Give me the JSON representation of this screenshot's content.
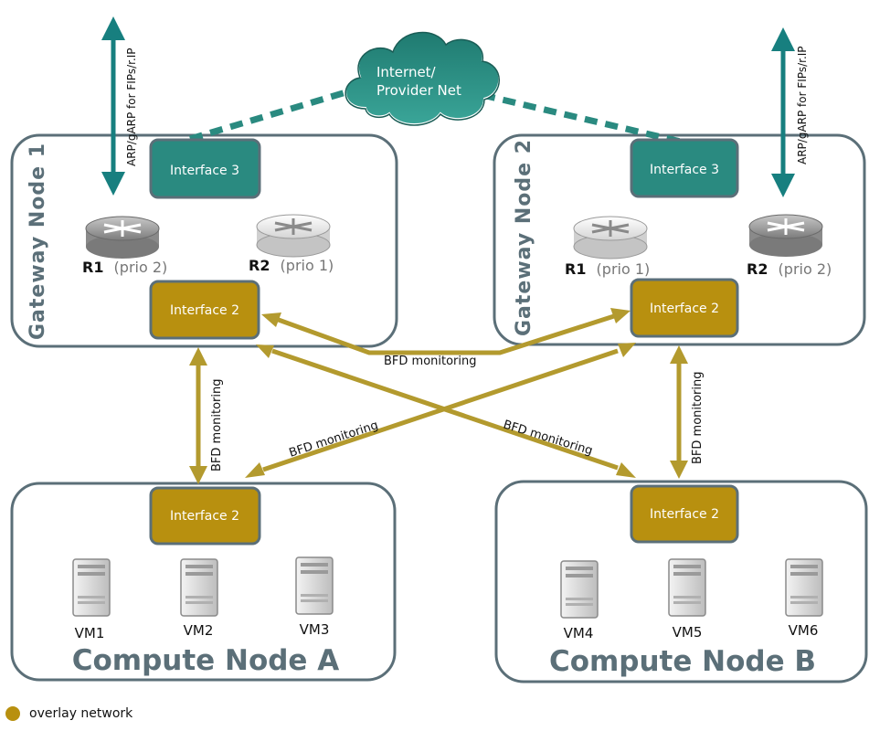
{
  "cloud": {
    "line1": "Internet/",
    "line2": "Provider Net"
  },
  "arp_label": "ARP/gARP for FIPs/r.IP",
  "gateway1": {
    "title": "Gateway Node 1",
    "interface3": "Interface 3",
    "interface2": "Interface 2",
    "r1_name": "R1",
    "r1_prio": "(prio 2)",
    "r2_name": "R2",
    "r2_prio": "(prio 1)"
  },
  "gateway2": {
    "title": "Gateway Node 2",
    "interface3": "Interface 3",
    "interface2": "Interface 2",
    "r1_name": "R1",
    "r1_prio": "(prio 1)",
    "r2_name": "R2",
    "r2_prio": "(prio 2)"
  },
  "computeA": {
    "title": "Compute Node A",
    "interface2": "Interface 2",
    "vms": [
      "VM1",
      "VM2",
      "VM3"
    ]
  },
  "computeB": {
    "title": "Compute Node B",
    "interface2": "Interface 2",
    "vms": [
      "VM4",
      "VM5",
      "VM6"
    ]
  },
  "bfd_label": "BFD monitoring",
  "legend": {
    "overlay": "overlay network"
  },
  "colors": {
    "node_border": "#5b6f78",
    "provider_teal": "#2a8a80",
    "overlay_gold": "#b8900f",
    "bfd_arrow": "#b39a2e"
  }
}
